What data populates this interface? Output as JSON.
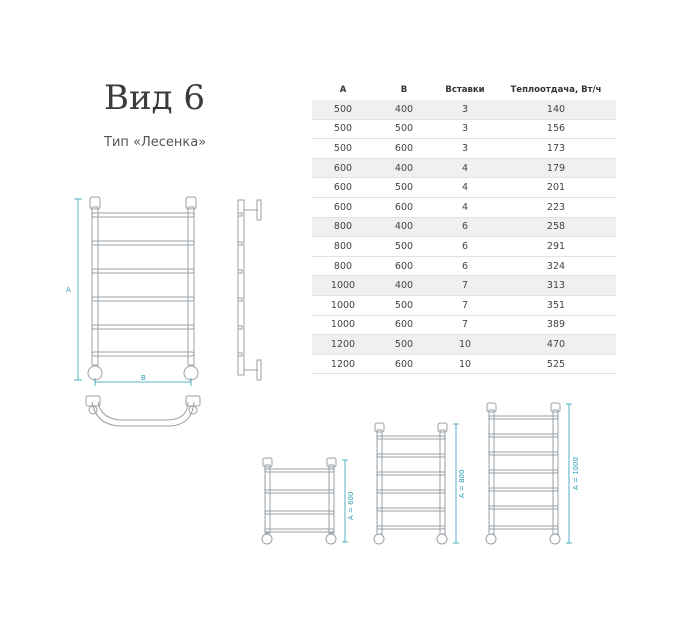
{
  "title": "Вид 6",
  "subtitle": "Тип «Лесенка»",
  "table": {
    "headers": [
      "A",
      "B",
      "Вставки",
      "Теплоотдача, Вт/ч"
    ],
    "rows": [
      [
        "500",
        "400",
        "3",
        "140"
      ],
      [
        "500",
        "500",
        "3",
        "156"
      ],
      [
        "500",
        "600",
        "3",
        "173"
      ],
      [
        "600",
        "400",
        "4",
        "179"
      ],
      [
        "600",
        "500",
        "4",
        "201"
      ],
      [
        "600",
        "600",
        "4",
        "223"
      ],
      [
        "800",
        "400",
        "6",
        "258"
      ],
      [
        "800",
        "500",
        "6",
        "291"
      ],
      [
        "800",
        "600",
        "6",
        "324"
      ],
      [
        "1000",
        "400",
        "7",
        "313"
      ],
      [
        "1000",
        "500",
        "7",
        "351"
      ],
      [
        "1000",
        "600",
        "7",
        "389"
      ],
      [
        "1200",
        "500",
        "10",
        "470"
      ],
      [
        "1200",
        "600",
        "10",
        "525"
      ]
    ]
  },
  "drawing": {
    "main_label_a": "A",
    "main_label_b": "B",
    "small_labels": [
      "A = 600",
      "A = 800",
      "A = 1000"
    ]
  },
  "colors": {
    "line": "#9aa0a6",
    "dimension": "#2a9bb5",
    "shade": "#f0f0f0"
  }
}
